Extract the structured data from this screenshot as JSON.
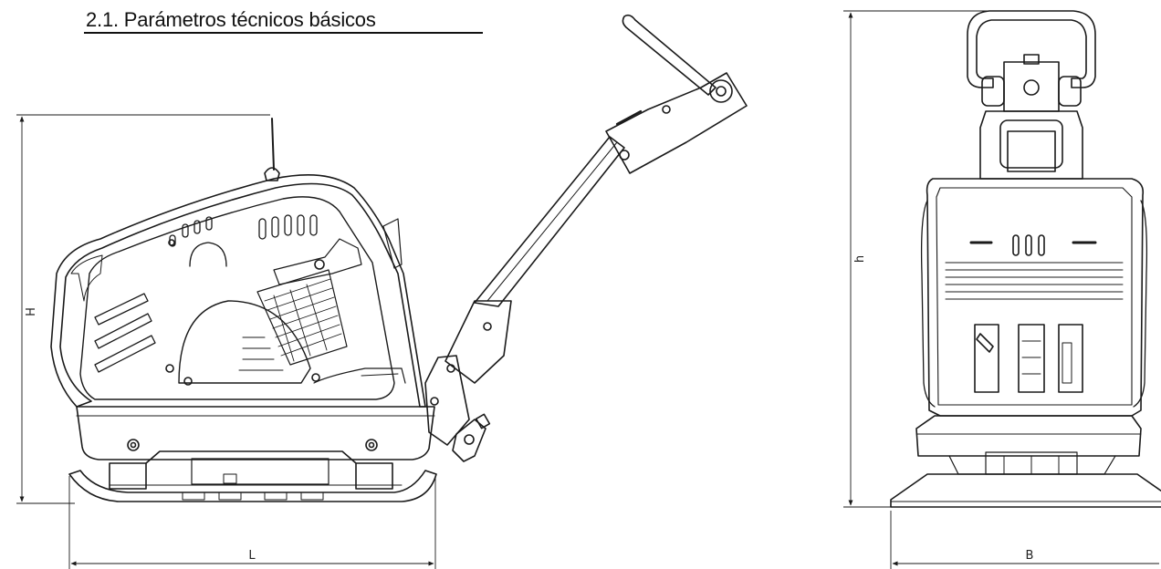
{
  "section": {
    "title": "2.1. Parámetros técnicos básicos"
  },
  "dimensions": {
    "height_label": "H",
    "length_label": "L",
    "front_height_label": "h",
    "width_label": "B"
  },
  "colors": {
    "line": "#1a1a1a",
    "background": "#ffffff"
  }
}
